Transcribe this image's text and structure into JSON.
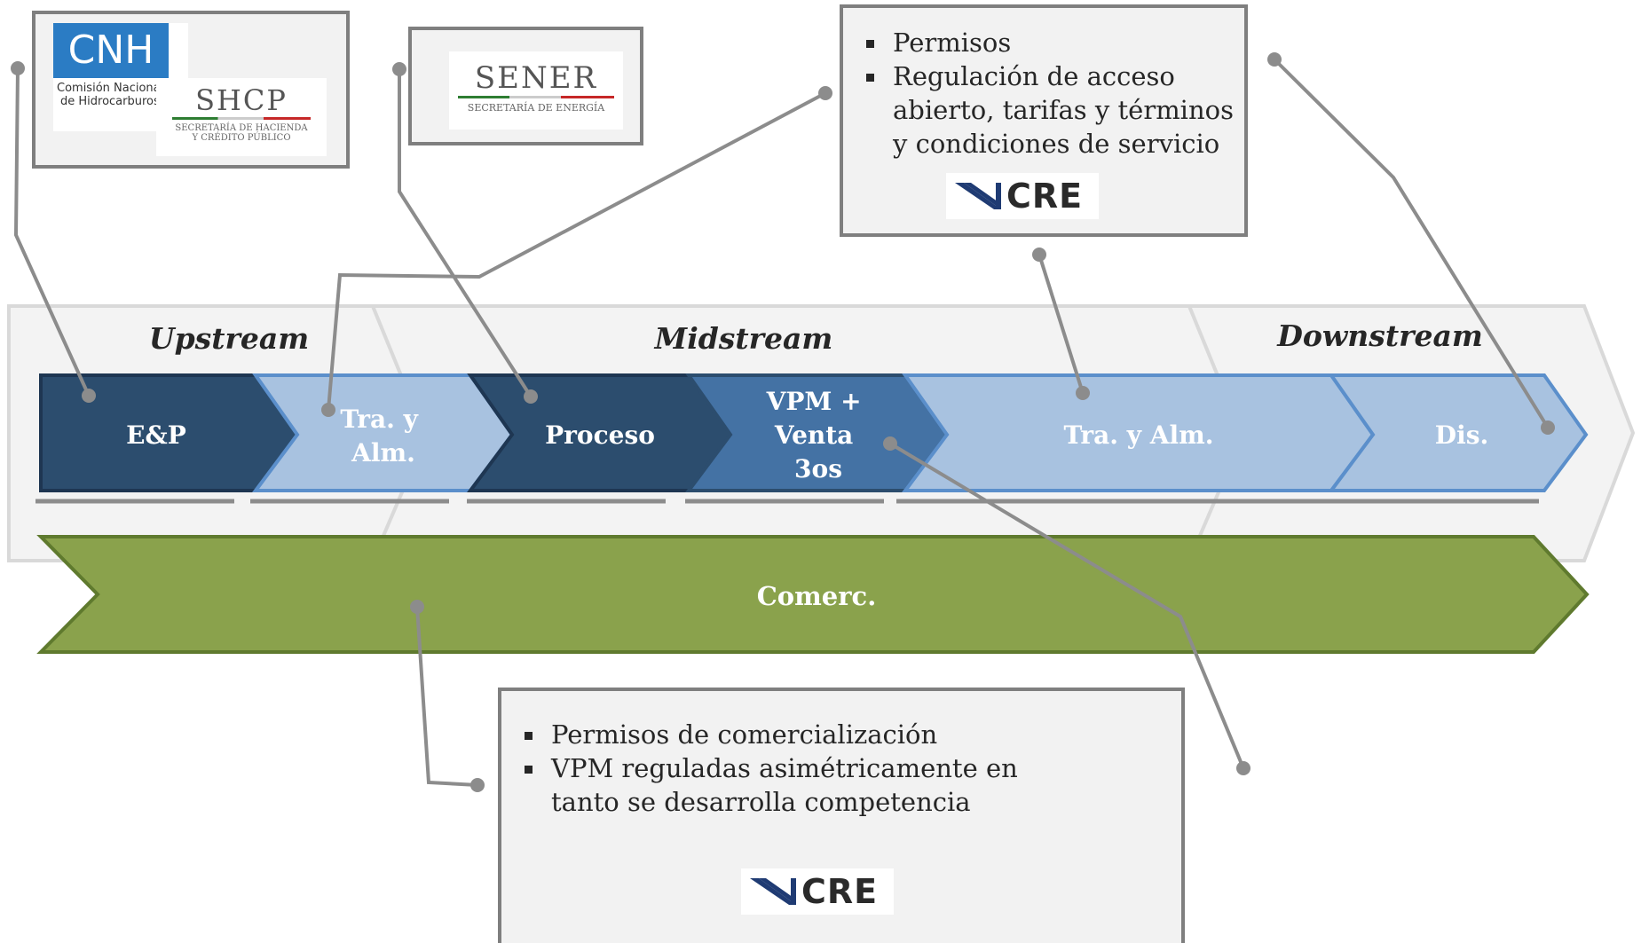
{
  "stages": {
    "upstream": "Upstream",
    "midstream": "Midstream",
    "downstream": "Downstream"
  },
  "chevrons": [
    {
      "id": "ep",
      "label": "E&P",
      "fill": "#2c4d6e"
    },
    {
      "id": "tra-alm-1",
      "label": "Tra. y Alm.",
      "fill": "#a8c2e0"
    },
    {
      "id": "proceso",
      "label": "Proceso",
      "fill": "#2c4d6e"
    },
    {
      "id": "vpm",
      "label": "VPM + Venta 3os",
      "fill": "#4472a4"
    },
    {
      "id": "tra-alm-2",
      "label": "Tra. y Alm.",
      "fill": "#a8c2e0"
    },
    {
      "id": "dis",
      "label": "Dis.",
      "fill": "#a8c2e0"
    }
  ],
  "comerc": {
    "label": "Comerc.",
    "fill": "#8aa24c"
  },
  "regulators": {
    "cnh": {
      "acronym": "CNH",
      "line1": "Comisión Nacional",
      "line2": "de Hidrocarburos",
      "color": "#2b7cc4"
    },
    "shcp": {
      "acronym": "SHCP",
      "line1": "SECRETARÍA DE HACIENDA",
      "line2": "Y CRÉDITO PÚBLICO"
    },
    "sener": {
      "acronym": "SENER",
      "line1": "SECRETARÍA DE ENERGÍA"
    }
  },
  "midstream_box": {
    "items": [
      "Permisos",
      "Regulación de acceso abierto, tarifas y términos y condiciones de servicio"
    ],
    "logo": "CRE"
  },
  "comerc_box": {
    "items": [
      "Permisos de comercialización",
      "VPM reguladas asimétricamente en tanto se desarrolla competencia"
    ],
    "logo": "CRE"
  },
  "colors": {
    "connector": "#8c8c8c",
    "band": "#f3f3f3",
    "band_border": "#d9d9d9",
    "dark_blue": "#2c4d6e",
    "light_blue": "#a8c2e0",
    "mid_blue": "#4472a4",
    "green": "#8aa24c",
    "cre_stripe": "#1f3b73"
  }
}
